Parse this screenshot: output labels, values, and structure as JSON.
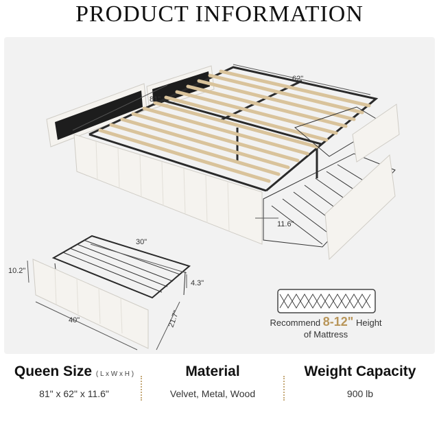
{
  "title": "PRODUCT INFORMATION",
  "bed_dims": {
    "width": "62\"",
    "length": "81\"",
    "height": "11.6\""
  },
  "drawer_dims": {
    "length": "30\"",
    "height": "10.2\"",
    "inner_height": "4.3\"",
    "width": "40\"",
    "depth": "21.7\""
  },
  "mattress": {
    "prefix": "Recommend",
    "range": "8-12\"",
    "suffix": "Height",
    "line2": "of Mattress"
  },
  "specs": [
    {
      "heading": "Queen Size",
      "sub": "( L x W x H )",
      "value": "81\" x 62\" x 11.6\""
    },
    {
      "heading": "Material",
      "sub": "",
      "value": "Velvet, Metal, Wood"
    },
    {
      "heading": "Weight Capacity",
      "sub": "",
      "value": "900 lb"
    }
  ],
  "colors": {
    "accent": "#b89559",
    "panel": "#f2f2f2",
    "upholstery": "#f5f3ef",
    "metal": "#2a2a2a",
    "wood": "#d9c39b"
  }
}
